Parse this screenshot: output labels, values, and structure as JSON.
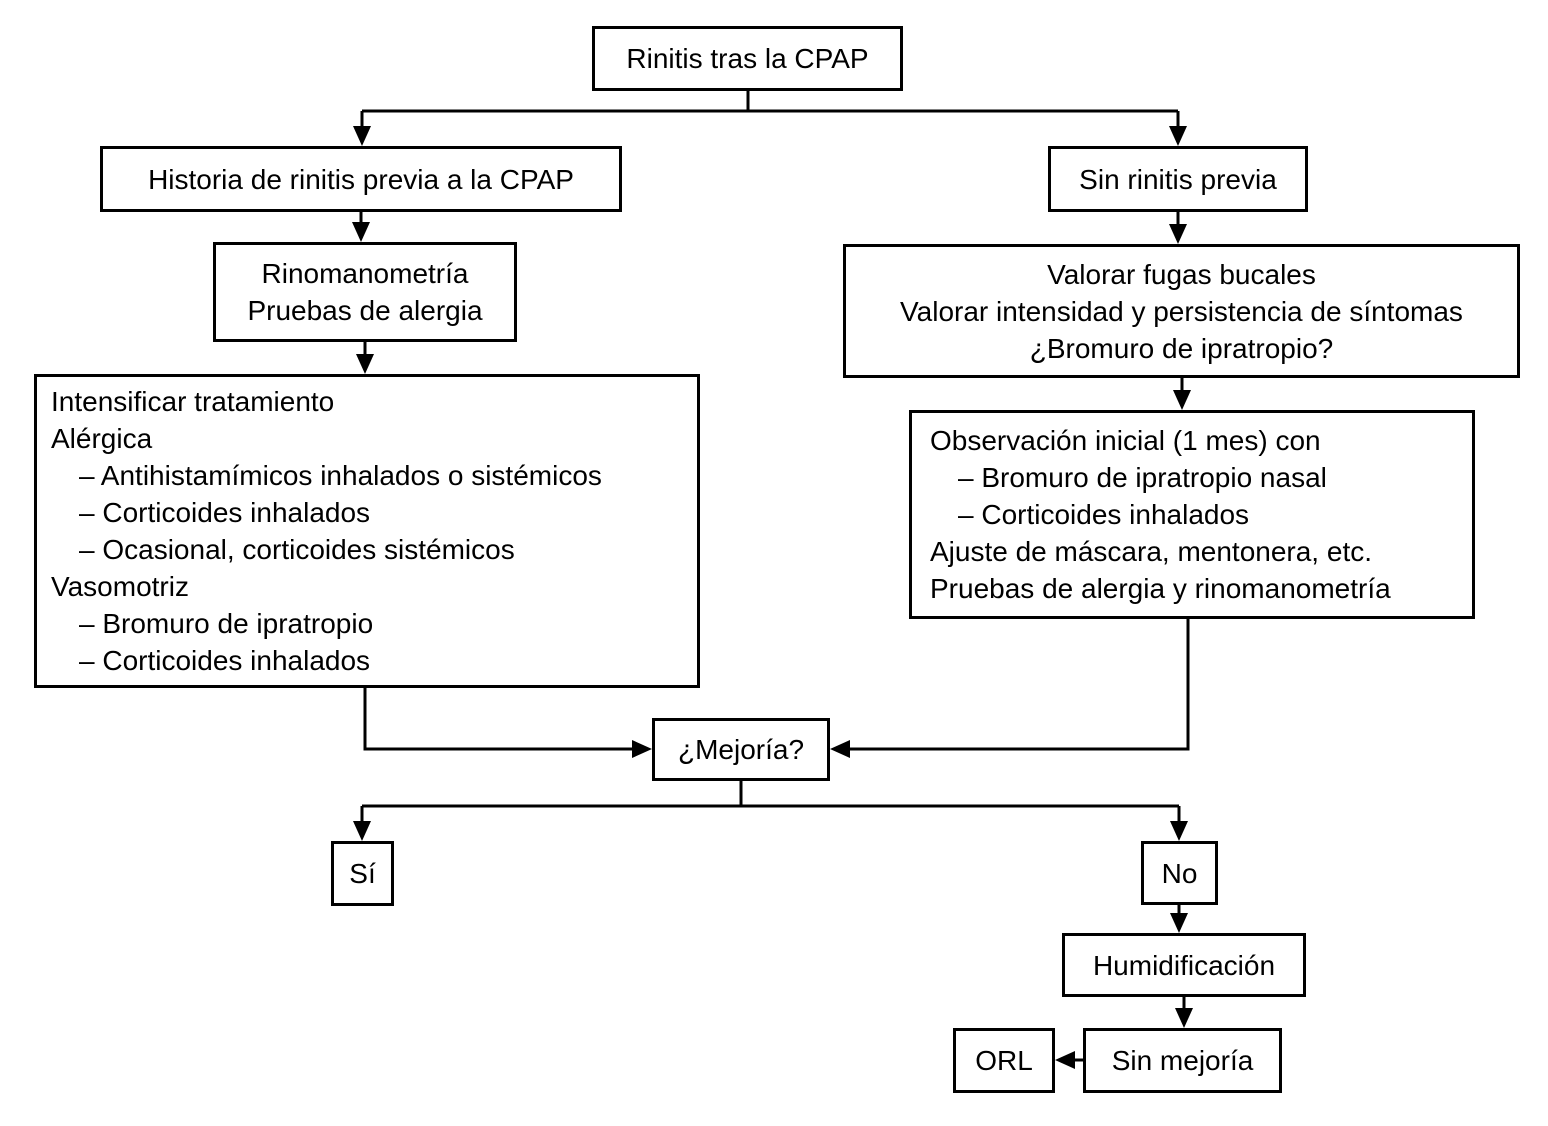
{
  "diagram": {
    "background_color": "#ffffff",
    "line_color": "#000000",
    "text_color": "#000000"
  },
  "nodes": {
    "root": {
      "label": "Rinitis tras la CPAP"
    },
    "historia": {
      "label": "Historia de rinitis previa a la CPAP"
    },
    "sin_rinitis": {
      "label": "Sin rinitis previa"
    },
    "rinomanometria": {
      "lines": [
        "Rinomanometría",
        "Pruebas de alergia"
      ]
    },
    "valorar": {
      "lines": [
        "Valorar fugas bucales",
        "Valorar intensidad y persistencia de síntomas",
        "¿Bromuro de ipratropio?"
      ]
    },
    "intensificar": {
      "lines": [
        "Intensificar tratamiento",
        "Alérgica",
        "– Antihistamímicos inhalados o sistémicos",
        "– Corticoides inhalados",
        "– Ocasional, corticoides sistémicos",
        "Vasomotriz",
        "– Bromuro de ipratropio",
        "– Corticoides inhalados"
      ]
    },
    "observacion": {
      "lines": [
        "Observación inicial (1 mes) con",
        "– Bromuro de ipratropio nasal",
        "– Corticoides inhalados",
        "Ajuste de máscara, mentonera, etc.",
        "Pruebas de alergia y rinomanometría"
      ]
    },
    "mejoria": {
      "label": "¿Mejoría?"
    },
    "si": {
      "label": "Sí"
    },
    "no": {
      "label": "No"
    },
    "humidificacion": {
      "label": "Humidificación"
    },
    "sin_mejoria": {
      "label": "Sin mejoría"
    },
    "orl": {
      "label": "ORL"
    }
  }
}
